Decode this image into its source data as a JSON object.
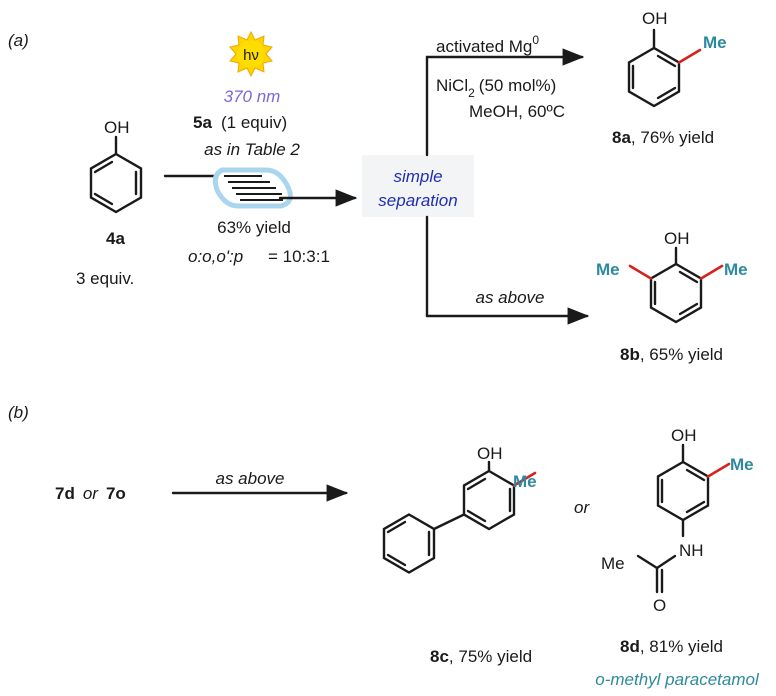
{
  "panel_a": {
    "label": "(a)",
    "reactant": {
      "atom": "OH",
      "id": "4a",
      "amount": "3 equiv."
    },
    "photo": {
      "symbol": "hν",
      "wavelength": "370 nm",
      "reagent_id": "5a",
      "reagent_amount": "(1 equiv)",
      "conditions": "as in Table 2",
      "yield": "63% yield",
      "ratio_label": "o:o,o':p",
      "ratio_value": "= 10:3:1"
    },
    "separation": {
      "line1": "simple",
      "line2": "separation"
    },
    "upper": {
      "reagent1": "activated Mg",
      "reagent1_sup": "0",
      "reagent2": "NiCl",
      "reagent2_sub": "2",
      "reagent2_rest": "(50 mol%)",
      "reagent3": "MeOH, 60ºC",
      "product": {
        "atom": "OH",
        "substituent": "Me",
        "id": "8a",
        "yield": ", 76% yield"
      }
    },
    "lower": {
      "conditions": "as above",
      "product": {
        "atom": "OH",
        "substituent_left": "Me",
        "substituent_right": "Me",
        "id": "8b",
        "yield": ", 65% yield"
      }
    }
  },
  "panel_b": {
    "label": "(b)",
    "start": {
      "id1": "7d",
      "or": "or",
      "id2": "7o"
    },
    "conditions": "as above",
    "product_c": {
      "atom": "OH",
      "substituent": "Me",
      "id": "8c",
      "yield": ", 75% yield"
    },
    "or": "or",
    "product_d": {
      "atom": "OH",
      "substituent": "Me",
      "acyl_me": "Me",
      "nh": "NH",
      "carbonyl_o": "O",
      "id": "8d",
      "yield": ", 81% yield",
      "name": "o-methyl paracetamol"
    }
  },
  "colors": {
    "highlight_bond": "#d6221e",
    "methyl_label": "#2d8a9e",
    "separation_text": "#1f2fb0",
    "wavelength": "#7a68d8",
    "reactor": "#a9d6ee"
  }
}
